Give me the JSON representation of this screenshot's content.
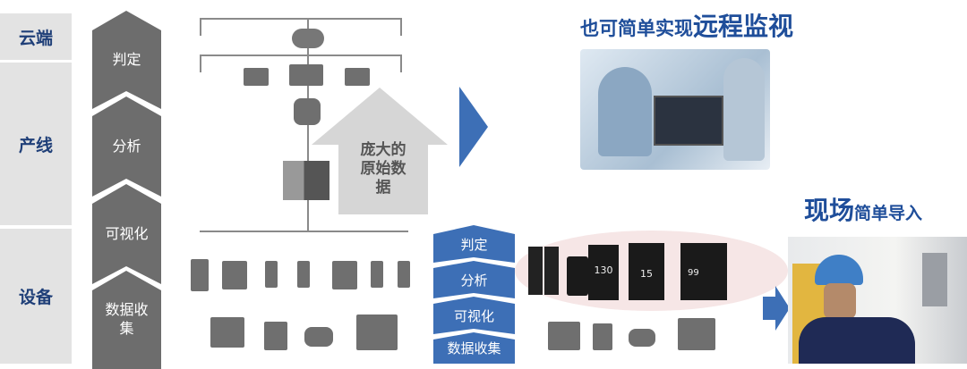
{
  "levels": {
    "cloud": "云端",
    "line": "产线",
    "device": "设备"
  },
  "steps": [
    "判定",
    "分析",
    "可视化",
    "数据收集"
  ],
  "steps_left_last": [
    "数据收",
    "集"
  ],
  "raw_data": [
    "庞大的",
    "原始数",
    "据"
  ],
  "remote_title": {
    "prefix": "也可简单实现",
    "emph": "远程监视"
  },
  "onsite_title": {
    "emph": "现场",
    "suffix": "简单导入"
  },
  "device_displays": [
    "130",
    "15",
    "99"
  ],
  "colors": {
    "blue": "#3d6fb6",
    "gray": "#6d6d6d",
    "title": "#1f4e9a"
  }
}
